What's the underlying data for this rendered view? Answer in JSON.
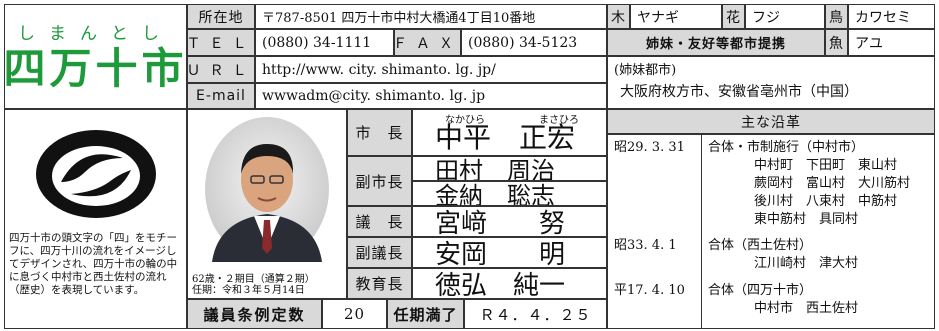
{
  "city": {
    "reading": "しまんとし",
    "name": "四万十市",
    "emblem_caption": "四万十市の頭文字の「四」をモチーフに、四万十川の流れをイメージしてデザインされ、四万十市の輪の中に息づく中村市と西土佐村の流れ（歴史）を表現しています。"
  },
  "info": {
    "address_label": "所在地",
    "address": "〒787-8501 四万十市中村大橋通4丁目10番地",
    "tel_label": "ＴＥＬ",
    "tel": "(0880) 34-1111",
    "fax_label": "ＦＡＸ",
    "fax": "(0880) 34-5123",
    "url_label": "ＵＲＬ",
    "url": "http://www. city. shimanto. lg. jp/",
    "email_label": "E-mail",
    "email": "wwwadm@city. shimanto. lg. jp"
  },
  "symbols": {
    "tree_label": "木",
    "tree": "ヤナギ",
    "flower_label": "花",
    "flower": "フジ",
    "bird_label": "鳥",
    "bird": "カワセミ",
    "fish_label": "魚",
    "fish": "アユ",
    "sister_header": "姉妹・友好等都市提携",
    "sister_line1": "(姉妹都市)",
    "sister_line2": "大阪府枚方市、安徽省亳州市（中国）"
  },
  "officials": [
    {
      "title": "市　長",
      "name": "中平　正宏",
      "ruby_family": "なかひら",
      "ruby_given": "まさひろ"
    },
    {
      "title": "副市長",
      "name": "田村　周治"
    },
    {
      "title": "",
      "name": "金納　聡志"
    },
    {
      "title": "議　長",
      "name": "宮﨑　　努"
    },
    {
      "title": "副議長",
      "name": "安岡　　明"
    },
    {
      "title": "教育長",
      "name": "徳弘　純一"
    }
  ],
  "mayor_note": {
    "line1": "62歳・２期目（通算２期）",
    "line2": "任期：令和３年５月14日"
  },
  "council": {
    "quota_label": "議員条例定数",
    "quota": "20",
    "term_label": "任期満了",
    "term": "Ｒ４．４．２５"
  },
  "history": {
    "header": "主な沿革",
    "entries": [
      {
        "date": "昭29.  3. 31",
        "lines": [
          "合体・市制施行（中村市）",
          "中村町　下田町　東山村",
          "蕨岡村　富山村　大川筋村",
          "後川村　八束村　中筋村",
          "東中筋村　具同村"
        ]
      },
      {
        "date": "昭33.  4.  1",
        "lines": [
          "合体（西土佐村）",
          "江川崎村　津大村"
        ]
      },
      {
        "date": "平17.  4. 10",
        "lines": [
          "合体（四万十市）",
          "中村市　西土佐村"
        ]
      }
    ]
  },
  "colors": {
    "city_green": "#1e9a3a",
    "label_gray": "#d9d9d9"
  }
}
